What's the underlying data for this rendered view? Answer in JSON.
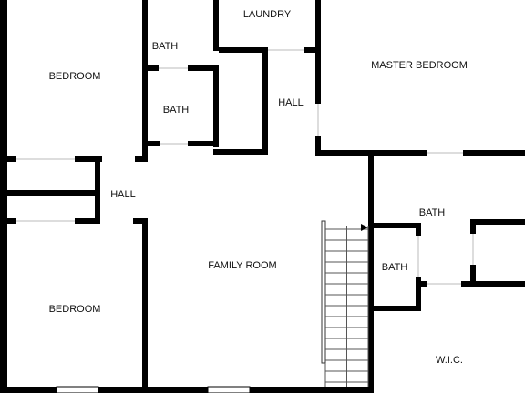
{
  "plan": {
    "wall_color": "#000000",
    "opening_color": "#ffffff",
    "background_color": "#ffffff",
    "stair_line_color": "#555555"
  },
  "rooms": {
    "bedroom_top_left": "BEDROOM",
    "bath_upper": "BATH",
    "bath_lower": "BATH",
    "laundry": "LAUNDRY",
    "hall_upper": "HALL",
    "master_bedroom": "MASTER BEDROOM",
    "hall_left": "HALL",
    "bath_master": "BATH",
    "bath_small": "BATH",
    "family_room": "FAMILY ROOM",
    "bedroom_bottom_left": "BEDROOM",
    "wic": "W.I.C."
  }
}
